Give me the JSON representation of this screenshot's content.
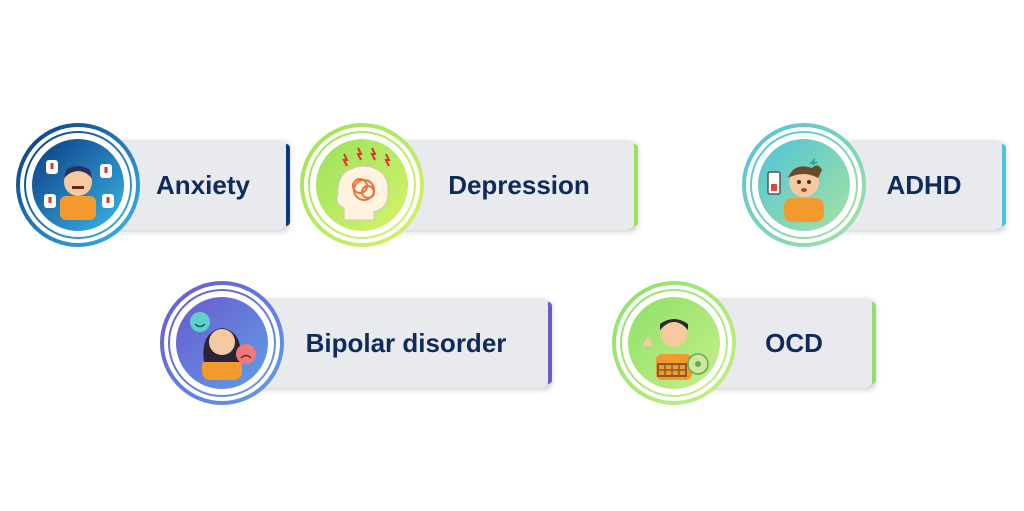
{
  "items": [
    {
      "label": "Anxiety",
      "colors": [
        "#0b3a82",
        "#3bb7e8"
      ],
      "icon": "anxious-person-icon"
    },
    {
      "label": "Depression",
      "colors": [
        "#9be15d",
        "#d6f36b"
      ],
      "icon": "tangled-head-icon"
    },
    {
      "label": "ADHD",
      "colors": [
        "#4fc3d8",
        "#a6e3a1"
      ],
      "icon": "distracted-person-icon"
    },
    {
      "label": "Bipolar disorder",
      "colors": [
        "#6a5acd",
        "#5f9ee8"
      ],
      "icon": "mood-faces-person-icon"
    },
    {
      "label": "OCD",
      "colors": [
        "#8ee06a",
        "#c6ef8a"
      ],
      "icon": "hand-washing-person-icon"
    }
  ]
}
